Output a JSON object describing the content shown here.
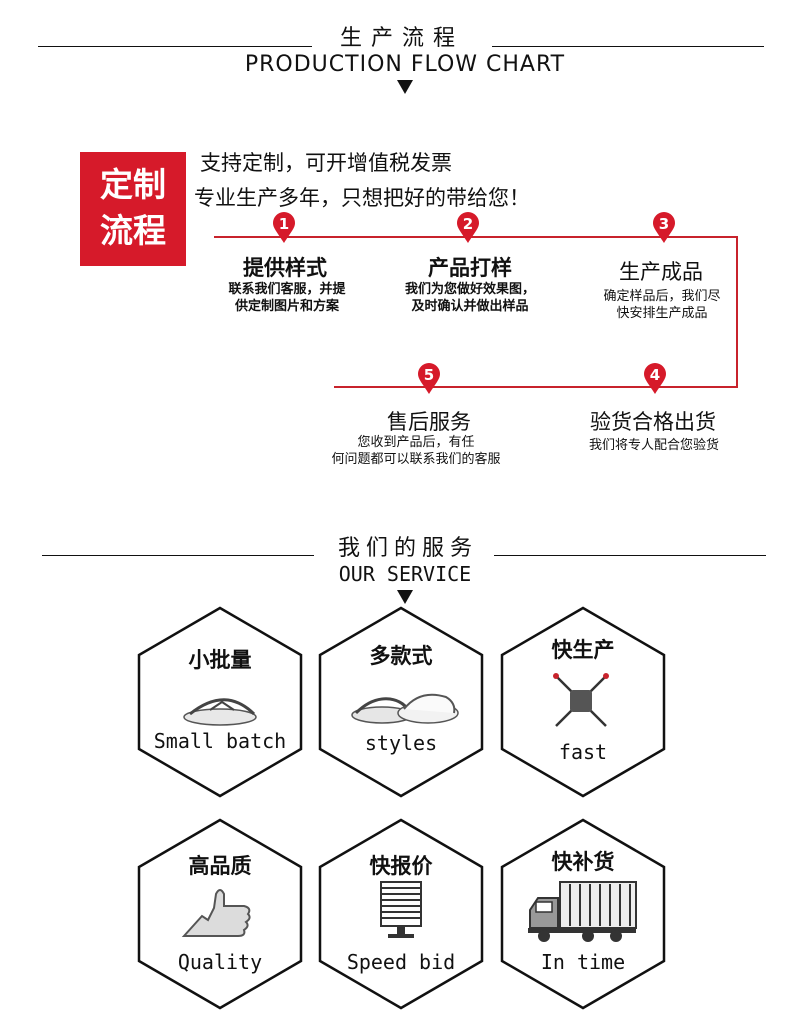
{
  "flow": {
    "title_cn": "生产流程",
    "title_en": "PRODUCTION FLOW CHART",
    "badge": [
      "定制",
      "流程"
    ],
    "tagline1": "支持定制，可开增值税发票",
    "tagline2": "专业生产多年，只想把好的带给您！",
    "steps": [
      {
        "num": "1",
        "title": "提供样式",
        "desc1": "联系我们客服，并提",
        "desc2": "供定制图片和方案"
      },
      {
        "num": "2",
        "title": "产品打样",
        "desc1": "我们为您做好效果图，",
        "desc2": "及时确认并做出样品"
      },
      {
        "num": "3",
        "title": "生产成品",
        "desc1": "确定样品后，我们尽",
        "desc2": "快安排生产成品"
      },
      {
        "num": "4",
        "title": "验货合格出货",
        "desc1": "我们将专人配合您验货",
        "desc2": ""
      },
      {
        "num": "5",
        "title": "售后服务",
        "desc1": "您收到产品后，有任",
        "desc2": "何问题都可以联系我们的客服"
      }
    ]
  },
  "service": {
    "title_cn": "我们的服务",
    "title_en": "OUR SERVICE",
    "items": [
      {
        "cn": "小批量",
        "en": "Small batch",
        "icon": "flip-flop-icon"
      },
      {
        "cn": "多款式",
        "en": "styles",
        "icon": "sandals-icon"
      },
      {
        "cn": "快生产",
        "en": "fast",
        "icon": "sewing-icon"
      },
      {
        "cn": "高品质",
        "en": "Quality",
        "icon": "thumbs-up-icon"
      },
      {
        "cn": "快报价",
        "en": "Speed bid",
        "icon": "monitor-icon"
      },
      {
        "cn": "快补货",
        "en": "In time",
        "icon": "truck-icon"
      }
    ]
  },
  "colors": {
    "accent": "#d61a2a",
    "line": "#c8232c",
    "text": "#111111"
  }
}
